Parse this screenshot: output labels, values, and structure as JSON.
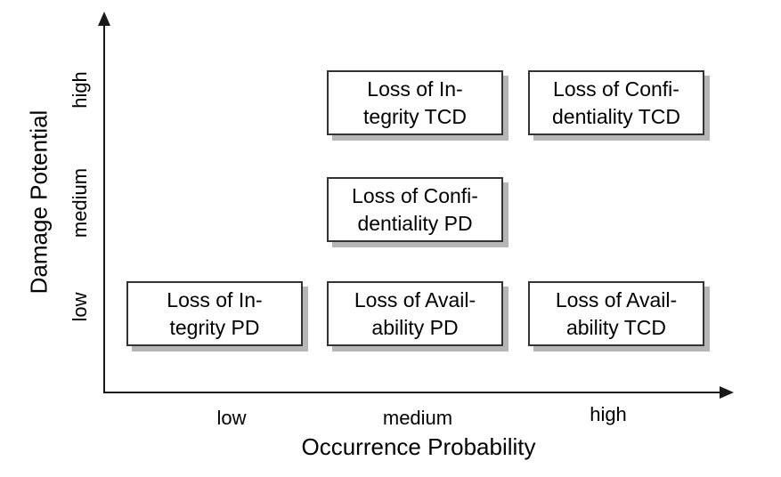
{
  "axes": {
    "x_label": "Occurrence Probability",
    "y_label": "Damage Potential",
    "x_ticks": [
      "low",
      "medium",
      "high"
    ],
    "y_ticks": [
      "low",
      "medium",
      "high"
    ]
  },
  "nodes": [
    {
      "line1": "Loss of In-",
      "line2": "tegrity TCD"
    },
    {
      "line1": "Loss of Confi-",
      "line2": "dentiality TCD"
    },
    {
      "line1": "Loss of Confi-",
      "line2": "dentiality PD"
    },
    {
      "line1": "Loss of In-",
      "line2": "tegrity PD"
    },
    {
      "line1": "Loss of Avail-",
      "line2": "ability PD"
    },
    {
      "line1": "Loss of Avail-",
      "line2": "ability TCD"
    }
  ],
  "chart_data": {
    "type": "scatter",
    "title": "",
    "xlabel": "Occurrence Probability",
    "ylabel": "Damage Potential",
    "x_ticks": [
      "low",
      "medium",
      "high"
    ],
    "y_ticks": [
      "low",
      "medium",
      "high"
    ],
    "grid": false,
    "legend": null,
    "points": [
      {
        "label": "Loss of Integrity TCD",
        "x": "medium",
        "y": "high"
      },
      {
        "label": "Loss of Confidentiality TCD",
        "x": "high",
        "y": "high"
      },
      {
        "label": "Loss of Confidentiality PD",
        "x": "medium",
        "y": "medium"
      },
      {
        "label": "Loss of Integrity PD",
        "x": "low",
        "y": "low"
      },
      {
        "label": "Loss of Availability PD",
        "x": "medium",
        "y": "low"
      },
      {
        "label": "Loss of Availability TCD",
        "x": "high",
        "y": "low"
      }
    ]
  },
  "colors": {
    "background": "#ffffff",
    "axis": "#1a1a1a",
    "text": "#000000",
    "box_border": "#333333",
    "box_fill": "#ffffff",
    "box_shadow": "#b6b6b6"
  }
}
